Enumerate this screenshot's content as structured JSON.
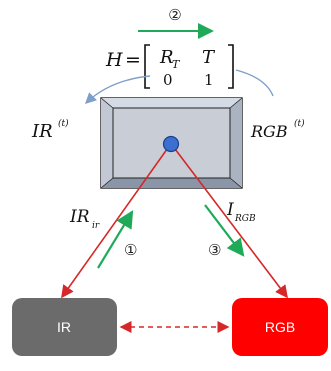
{
  "top_step": "②",
  "matrix": {
    "lhs": "H",
    "eq": "=",
    "r11_main": "R",
    "r11_sub": "T",
    "r12": "T",
    "r21": "0",
    "r22": "1"
  },
  "frames": {
    "ir_main": "IR",
    "ir_sup": "(t)",
    "rgb_main": "RGB",
    "rgb_sup": "(t)"
  },
  "links": {
    "ir_main": "IR",
    "ir_sub": "ir",
    "rgb_main": "I",
    "rgb_sub": "RGB",
    "step_left": "①",
    "step_right": "③"
  },
  "boxes": {
    "ir_label": "IR",
    "rgb_label": "RGB"
  },
  "colors": {
    "arrow_green": "#1faa59",
    "arrow_red": "#d62828",
    "curve_blue": "#7f9fc8",
    "target_fill": "#c8cdd6",
    "target_dot": "#3b6fd0",
    "ir_box": "#6b6b6b",
    "rgb_box": "#ff0000"
  }
}
